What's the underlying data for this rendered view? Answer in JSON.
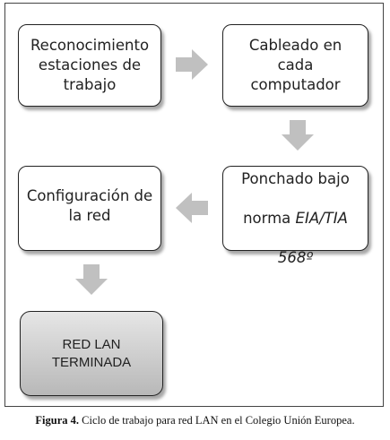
{
  "diagram": {
    "nodes": {
      "reconocimiento": {
        "label": "Reconocimiento\nestaciones de\ntrabajo"
      },
      "cableado": {
        "label": "Cableado en\ncada\ncomputador"
      },
      "ponchado": {
        "line1": "Ponchado bajo",
        "line2_prefix": "norma ",
        "line2_italic": "EIA/TIA",
        "line3": "568º"
      },
      "configuracion": {
        "label": "Configuración de\nla red"
      },
      "final": {
        "label": "RED LAN\nTERMINADA"
      }
    },
    "arrow_color": "#c0c0c0"
  },
  "caption": {
    "prefix": "Figura 4.",
    "text": " Ciclo de trabajo para red LAN en el Colegio Unión Europea."
  }
}
